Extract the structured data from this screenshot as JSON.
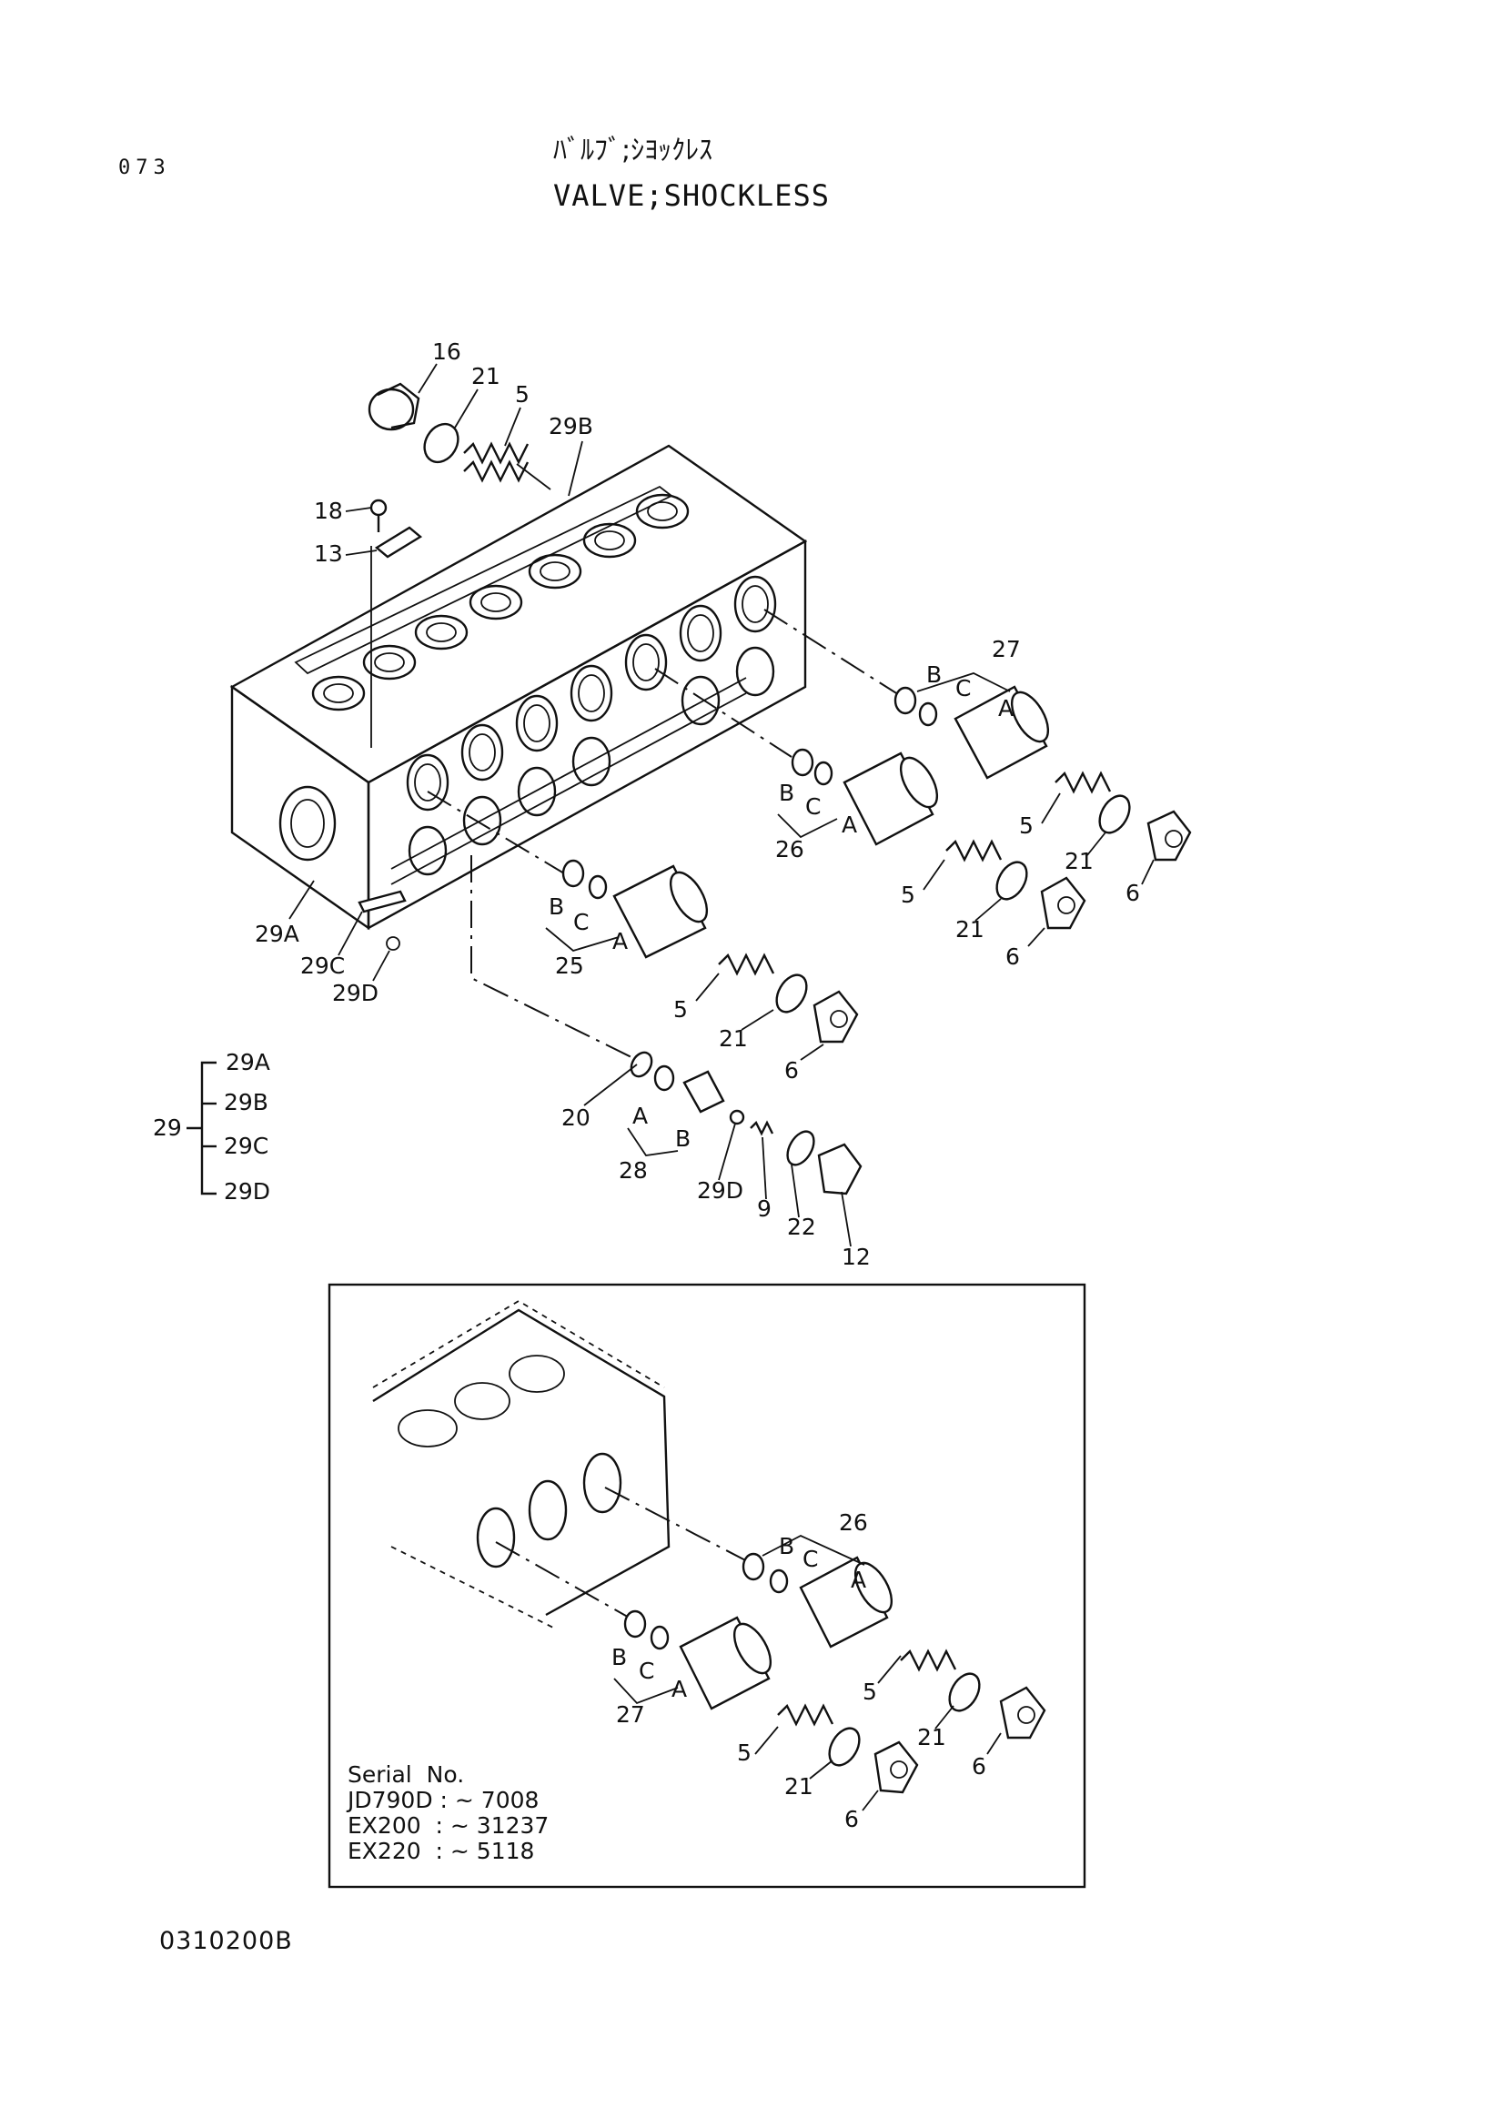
{
  "header": {
    "page_number": "073",
    "title_japanese": "ﾊﾞﾙﾌﾞ;ｼﾖｯｸﾚｽ",
    "title_english": "VALVE;SHOCKLESS"
  },
  "main_diagram": {
    "callouts": [
      "16",
      "21",
      "5",
      "29B",
      "18",
      "13",
      "27",
      "B",
      "C",
      "A",
      "5",
      "21",
      "6",
      "B",
      "C",
      "A",
      "26",
      "5",
      "21",
      "6",
      "B",
      "C",
      "A",
      "25",
      "5",
      "21",
      "6",
      "29A",
      "29C",
      "29D",
      "20",
      "A",
      "B",
      "28",
      "29D",
      "9",
      "22",
      "12"
    ]
  },
  "legend": {
    "parent": "29",
    "children": [
      "29A",
      "29B",
      "29C",
      "29D"
    ]
  },
  "inset": {
    "callouts": [
      "26",
      "B",
      "C",
      "A",
      "5",
      "21",
      "6",
      "B",
      "C",
      "A",
      "27",
      "5",
      "21",
      "6"
    ],
    "serial_title": "Serial  No.",
    "serial_lines": [
      "JD790D : ~ 7008",
      "EX200  : ~ 31237",
      "EX220  : ~ 5118"
    ]
  },
  "footer": {
    "document_code": "0310200B"
  }
}
